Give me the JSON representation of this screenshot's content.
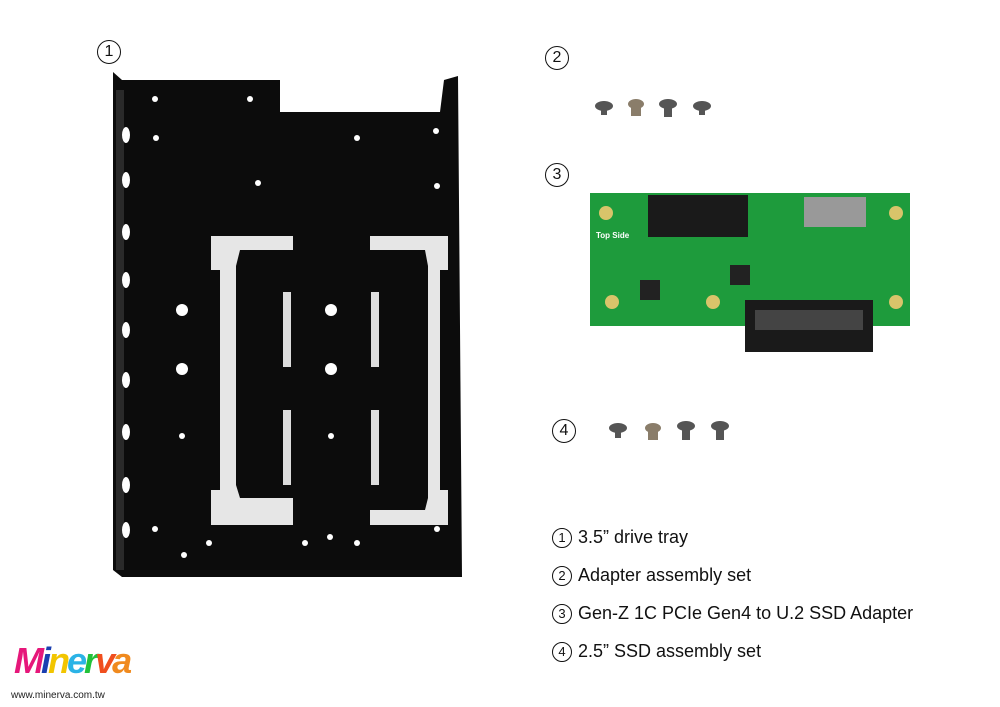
{
  "callouts": [
    "1",
    "2",
    "3",
    "4"
  ],
  "legend": [
    {
      "num": "1",
      "label": "3.5” drive tray"
    },
    {
      "num": "2",
      "label": "Adapter assembly set"
    },
    {
      "num": "3",
      "label": "Gen-Z 1C PCIe Gen4 to U.2 SSD Adapter"
    },
    {
      "num": "4",
      "label": "2.5” SSD assembly set"
    }
  ],
  "pcb": {
    "silkscreen": "Top Side",
    "color": "#1e9b3c"
  },
  "logo": {
    "text": "Minerva",
    "url": "www.minerva.com.tw"
  }
}
